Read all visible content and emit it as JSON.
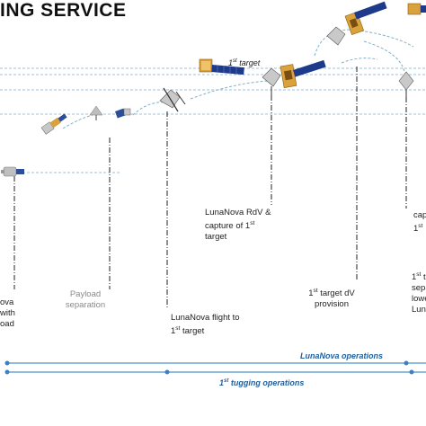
{
  "title": "ING SERVICE",
  "annotations": {
    "first_target_tag": "1st target"
  },
  "labels": {
    "left_edge_line1": "ova",
    "left_edge_line2": "with",
    "left_edge_line3": "oad",
    "payload_separation_line1": "Payload",
    "payload_separation_line2": "separation",
    "flight_line1": "LunaNova flight to",
    "flight_line2": "1st target",
    "rdv_line1": "LunaNova RdV &",
    "rdv_line2": "capture of 1st",
    "rdv_line3": "target",
    "dv_line1": "1st target dV",
    "dv_line2": "provision",
    "right_cut_line1": "capt",
    "right_cut_line2": "1st",
    "right_cut_b_line1": "1st t",
    "right_cut_b_line2": "sepa",
    "right_cut_b_line3": "lowe",
    "right_cut_b_line4": "Lun"
  },
  "timeline": {
    "lunanova_operations": "LunaNova operations",
    "tugging_operations": "1st tugging operations"
  },
  "colors": {
    "accent": "#1f5f9e",
    "line_blue": "#5b9bd5",
    "dashed_teal": "#6fa8a8",
    "solar_panel": "#1e3a8a",
    "gold": "#c8922a"
  },
  "icons": [
    "satellite-icon",
    "solar-panel-icon"
  ]
}
